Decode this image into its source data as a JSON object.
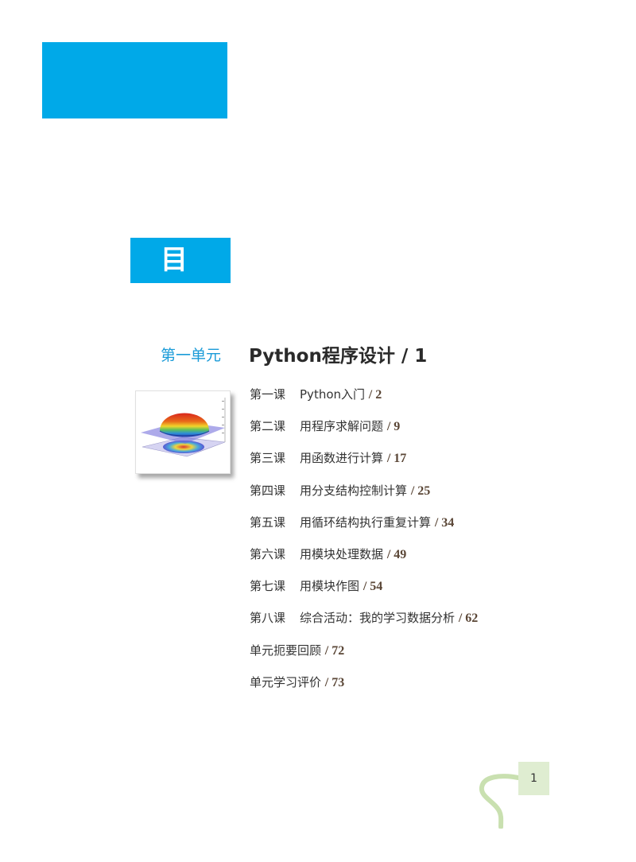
{
  "toc": {
    "title": "目 录",
    "unit": {
      "label": "第一单元",
      "title": "Python程序设计 / 1"
    },
    "lessons": [
      {
        "num": "第一课",
        "title": "Python入门",
        "page": "/ 2"
      },
      {
        "num": "第二课",
        "title": "用程序求解问题",
        "page": "/ 9"
      },
      {
        "num": "第三课",
        "title": "用函数进行计算",
        "page": "/ 17"
      },
      {
        "num": "第四课",
        "title": "用分支结构控制计算",
        "page": "/ 25"
      },
      {
        "num": "第五课",
        "title": "用循环结构执行重复计算",
        "page": "/ 34"
      },
      {
        "num": "第六课",
        "title": "用模块处理数据",
        "page": "/ 49"
      },
      {
        "num": "第七课",
        "title": "用模块作图",
        "page": "/ 54"
      },
      {
        "num": "第八课",
        "title": "综合活动：我的学习数据分析",
        "page": "/ 62"
      }
    ],
    "extras": [
      {
        "title": "单元扼要回顾",
        "page": "/ 72"
      },
      {
        "title": "单元学习评价",
        "page": "/ 73"
      }
    ]
  },
  "page_number": "1",
  "colors": {
    "accent_blue": "#00a9e8",
    "unit_label_blue": "#1a9bd8",
    "page_box_green": "#dfedd1"
  }
}
